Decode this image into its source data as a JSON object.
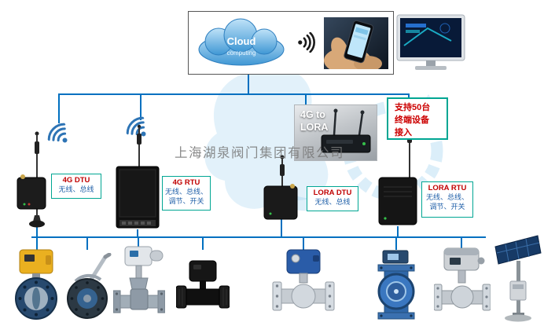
{
  "company_watermark": "上海湖泉阀门集团有限公司",
  "cloud": {
    "title": "Cloud",
    "subtitle": "computing"
  },
  "gateway": {
    "line1": "4G to",
    "line2": "LORA"
  },
  "support_box": {
    "line1": "支持50台",
    "line2": "终端设备",
    "line3": "接入"
  },
  "labels": [
    {
      "title": "4G DTU",
      "desc1": "无线、总线"
    },
    {
      "title": "4G RTU",
      "desc1": "无线、总线、",
      "desc2": "调节、开关"
    },
    {
      "title": "LORA DTU",
      "desc1": "无线、总线"
    },
    {
      "title": "LORA RTU",
      "desc1": "无线、总线、",
      "desc2": "调节、开关"
    }
  ],
  "colors": {
    "connector_line": "#0070c0",
    "label_border": "#00a693",
    "label_title": "#c00000",
    "label_desc": "#1f5fa8",
    "watermark_blue": "#8ecbec"
  },
  "images": {
    "cloud": "cloud-computing-graphic",
    "wifi": "wifi-signal-icon",
    "phone": "hand-holding-phone-photo",
    "monitor": "computer-monitor-photo",
    "gateway_photo": "4g-to-lora-gateway-photo",
    "products": [
      "electric-butterfly-valve",
      "manual-butterfly-valve",
      "electric-gate-valve",
      "plastic-ball-valve",
      "flanged-ball-valve-blue-actuator",
      "electromagnetic-flowmeter",
      "ball-valve-gray-actuator",
      "solar-power-station"
    ]
  }
}
